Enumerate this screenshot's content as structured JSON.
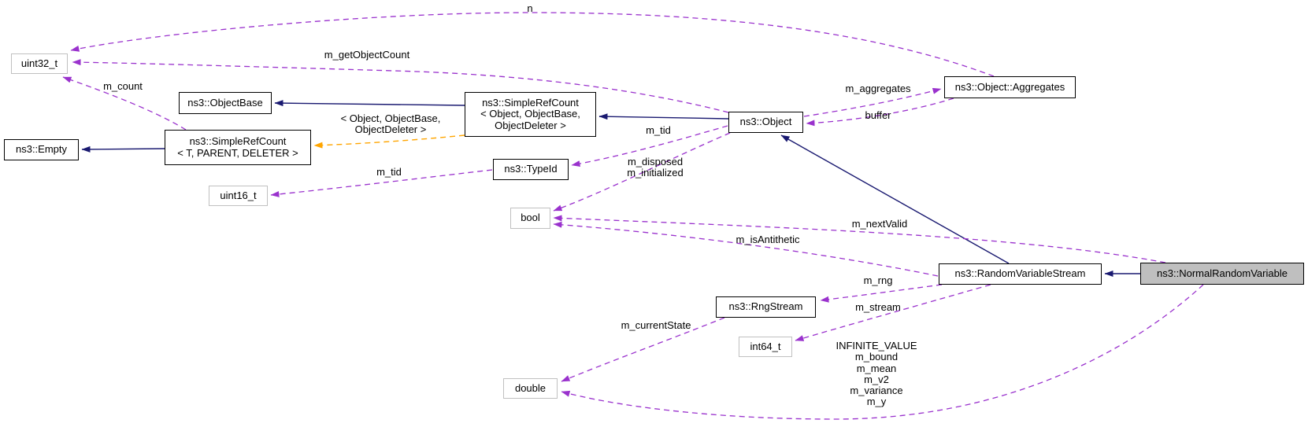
{
  "nodes": {
    "uint32_t": {
      "label": "uint32_t"
    },
    "empty": {
      "label": "ns3::Empty"
    },
    "src_t": {
      "label": "ns3::SimpleRefCount\n< T, PARENT, DELETER >"
    },
    "objectbase": {
      "label": "ns3::ObjectBase"
    },
    "src_obj": {
      "label": "ns3::SimpleRefCount\n< Object, ObjectBase,\nObjectDeleter >"
    },
    "uint16_t": {
      "label": "uint16_t"
    },
    "typeid": {
      "label": "ns3::TypeId"
    },
    "bool": {
      "label": "bool"
    },
    "object": {
      "label": "ns3::Object"
    },
    "aggregates": {
      "label": "ns3::Object::Aggregates"
    },
    "rvs": {
      "label": "ns3::RandomVariableStream"
    },
    "nrv": {
      "label": "ns3::NormalRandomVariable"
    },
    "rngstream": {
      "label": "ns3::RngStream"
    },
    "int64_t": {
      "label": "int64_t"
    },
    "double": {
      "label": "double"
    }
  },
  "edge_labels": {
    "n": "n",
    "m_getObjectCount": "m_getObjectCount",
    "m_count": "m_count",
    "m_aggregates": "m_aggregates",
    "buffer": "buffer",
    "m_tid_object": "m_tid",
    "m_disposed_initialized": "m_disposed\nm_initialized",
    "m_tid_typeid": "m_tid",
    "template_args": "< Object, ObjectBase,\nObjectDeleter >",
    "m_nextValid": "m_nextValid",
    "m_isAntithetic": "m_isAntithetic",
    "m_rng": "m_rng",
    "m_stream": "m_stream",
    "m_currentState": "m_currentState",
    "normal_members": "INFINITE_VALUE\nm_bound\nm_mean\nm_v2\nm_variance\nm_y"
  },
  "colors": {
    "member_edge": "#9a32cd",
    "inherit_edge": "#191970",
    "template_edge": "#ffa500",
    "node_border": "#000000",
    "typedef_border": "#c0c0c0",
    "highlight_fill": "#bfbfbf",
    "background": "#ffffff"
  }
}
